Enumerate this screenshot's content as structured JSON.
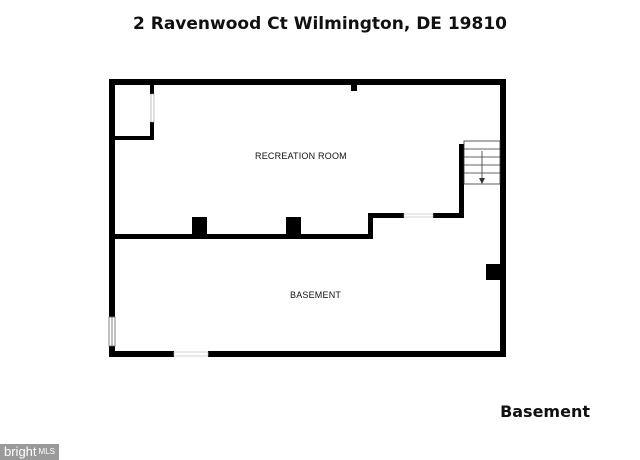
{
  "address": "2 Ravenwood Ct Wilmington, DE 19810",
  "rooms": {
    "recreation": "RECREATION ROOM",
    "basement": "BASEMENT"
  },
  "level_label": "Basement",
  "watermark": {
    "brand": "bright",
    "suffix": "MLS"
  },
  "colors": {
    "wall": "#000000",
    "background": "#ffffff",
    "watermark_bg": "#9a9a9a"
  },
  "icons": [
    "stairs-icon",
    "down-arrow-icon",
    "door-opening",
    "window-icon"
  ]
}
